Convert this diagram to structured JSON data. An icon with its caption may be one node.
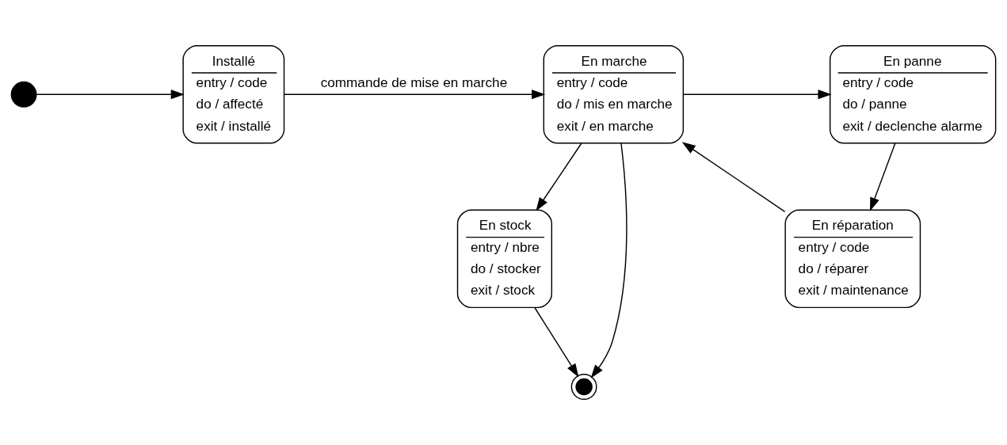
{
  "diagram": {
    "nodes": [
      {
        "text": [],
        "shape": "circle"
      },
      {
        "text": [
          "Installé",
          "entry / code",
          "do / affecté",
          "exit / installé"
        ]
      },
      {
        "text": [
          "En marche",
          "entry / code",
          "do / mis en marche",
          "exit / en marche"
        ]
      },
      {
        "text": [
          "En panne",
          "entry / code",
          "do / panne",
          "exit / declenche alarme"
        ]
      },
      {
        "text": [
          "En stock",
          "entry / nbre",
          "do / stocker",
          "exit / stock"
        ]
      },
      {
        "text": [
          "En réparation",
          "entry / code",
          "do / réparer",
          "exit / maintenance"
        ]
      },
      {
        "text": [],
        "shape": "bullseye"
      }
    ],
    "edges": [
      {
        "from": 0,
        "to": 1,
        "arrow": "to"
      },
      {
        "from": 1,
        "to": 2,
        "arrow": "to",
        "label": "commande de mise en marche"
      },
      {
        "from": 2,
        "to": 3,
        "arrow": "to"
      },
      {
        "from": 2,
        "to": 4,
        "arrow": "to"
      },
      {
        "from": 3,
        "to": 5,
        "arrow": "to"
      },
      {
        "from": 5,
        "to": 2,
        "arrow": "to"
      },
      {
        "from": 4,
        "to": 6,
        "arrow": "to"
      },
      {
        "from": 2,
        "to": 6,
        "arrow": "to"
      }
    ]
  }
}
